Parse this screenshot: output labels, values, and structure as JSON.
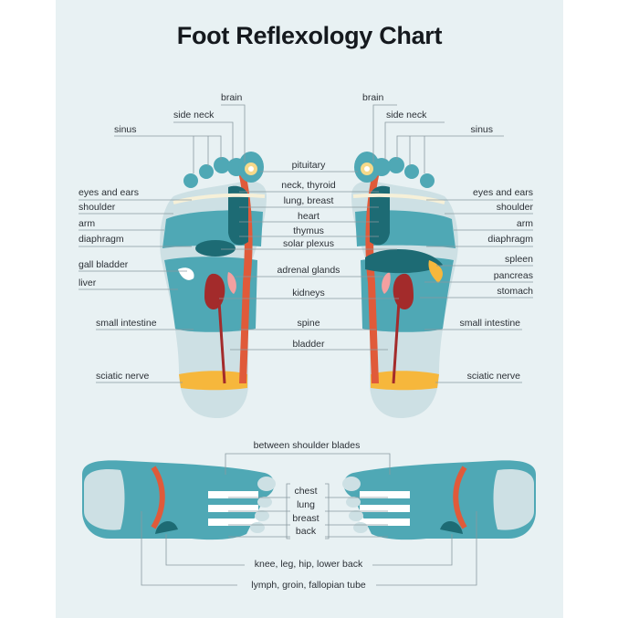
{
  "title": "Foot Reflexology Chart",
  "labels": {
    "brain": "brain",
    "side_neck": "side neck",
    "sinus": "sinus",
    "pituitary": "pituitary",
    "neck_thyroid": "neck, thyroid",
    "lung_breast": "lung, breast",
    "heart": "heart",
    "thymus": "thymus",
    "solar_plexus": "solar plexus",
    "eyes_and_ears": "eyes and ears",
    "shoulder": "shoulder",
    "arm": "arm",
    "diaphragm": "diaphragm",
    "gall_bladder": "gall bladder",
    "liver": "liver",
    "adrenal_glands": "adrenal glands",
    "kidneys": "kidneys",
    "spleen": "spleen",
    "pancreas": "pancreas",
    "stomach": "stomach",
    "small_intestine": "small intestine",
    "spine": "spine",
    "bladder": "bladder",
    "sciatic_nerve": "sciatic nerve",
    "between_shoulder_blades": "between shoulder blades",
    "chest": "chest",
    "lung": "lung",
    "breast": "breast",
    "back": "back",
    "knee_leg_hip_lower_back": "knee, leg, hip, lower back",
    "lymph_groin_fallopian_tube": "lymph, groin, fallopian tube"
  },
  "colors": {
    "background": "#e8f1f3",
    "foot_light": "#cde0e4",
    "teal": "#4fa8b5",
    "dark_teal": "#1d6b74",
    "orange": "#e05a3a",
    "yellow": "#f6b73c",
    "maroon": "#a32b2b",
    "pink": "#f4a0a0"
  }
}
